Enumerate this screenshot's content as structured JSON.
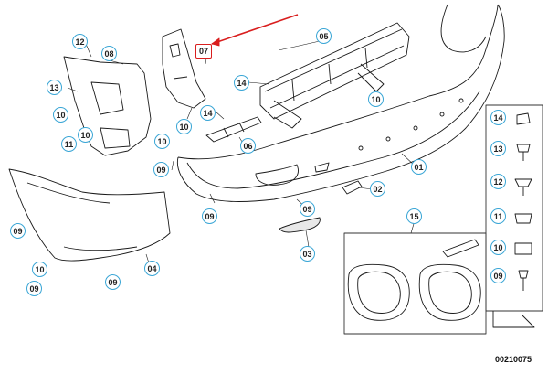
{
  "diagram": {
    "callouts": [
      {
        "id": "c-12a",
        "label": "12"
      },
      {
        "id": "c-08",
        "label": "08"
      },
      {
        "id": "c-07",
        "label": "07",
        "highlight": true
      },
      {
        "id": "c-05",
        "label": "05"
      },
      {
        "id": "c-14a",
        "label": "14"
      },
      {
        "id": "c-13a",
        "label": "13"
      },
      {
        "id": "c-10a",
        "label": "10"
      },
      {
        "id": "c-10b",
        "label": "10"
      },
      {
        "id": "c-10c",
        "label": "10"
      },
      {
        "id": "c-14b",
        "label": "14"
      },
      {
        "id": "c-10d",
        "label": "10"
      },
      {
        "id": "c-11a",
        "label": "11"
      },
      {
        "id": "c-10e",
        "label": "10"
      },
      {
        "id": "c-06",
        "label": "06"
      },
      {
        "id": "c-09a",
        "label": "09"
      },
      {
        "id": "c-01",
        "label": "01"
      },
      {
        "id": "c-02",
        "label": "02"
      },
      {
        "id": "c-09b",
        "label": "09"
      },
      {
        "id": "c-09c",
        "label": "09"
      },
      {
        "id": "c-09d",
        "label": "09"
      },
      {
        "id": "c-15",
        "label": "15"
      },
      {
        "id": "c-03",
        "label": "03"
      },
      {
        "id": "c-04",
        "label": "04"
      },
      {
        "id": "c-10f",
        "label": "10"
      },
      {
        "id": "c-09e",
        "label": "09"
      },
      {
        "id": "c-09f",
        "label": "09"
      },
      {
        "id": "side-14",
        "label": "14"
      },
      {
        "id": "side-13",
        "label": "13"
      },
      {
        "id": "side-12",
        "label": "12"
      },
      {
        "id": "side-11",
        "label": "11"
      },
      {
        "id": "side-10",
        "label": "10"
      },
      {
        "id": "side-09",
        "label": "09"
      }
    ],
    "catalog_number": "00210075",
    "colors": {
      "callout_ring": "#3aa6d6",
      "highlight": "#d91e1e",
      "line": "#1a1a1a"
    }
  }
}
